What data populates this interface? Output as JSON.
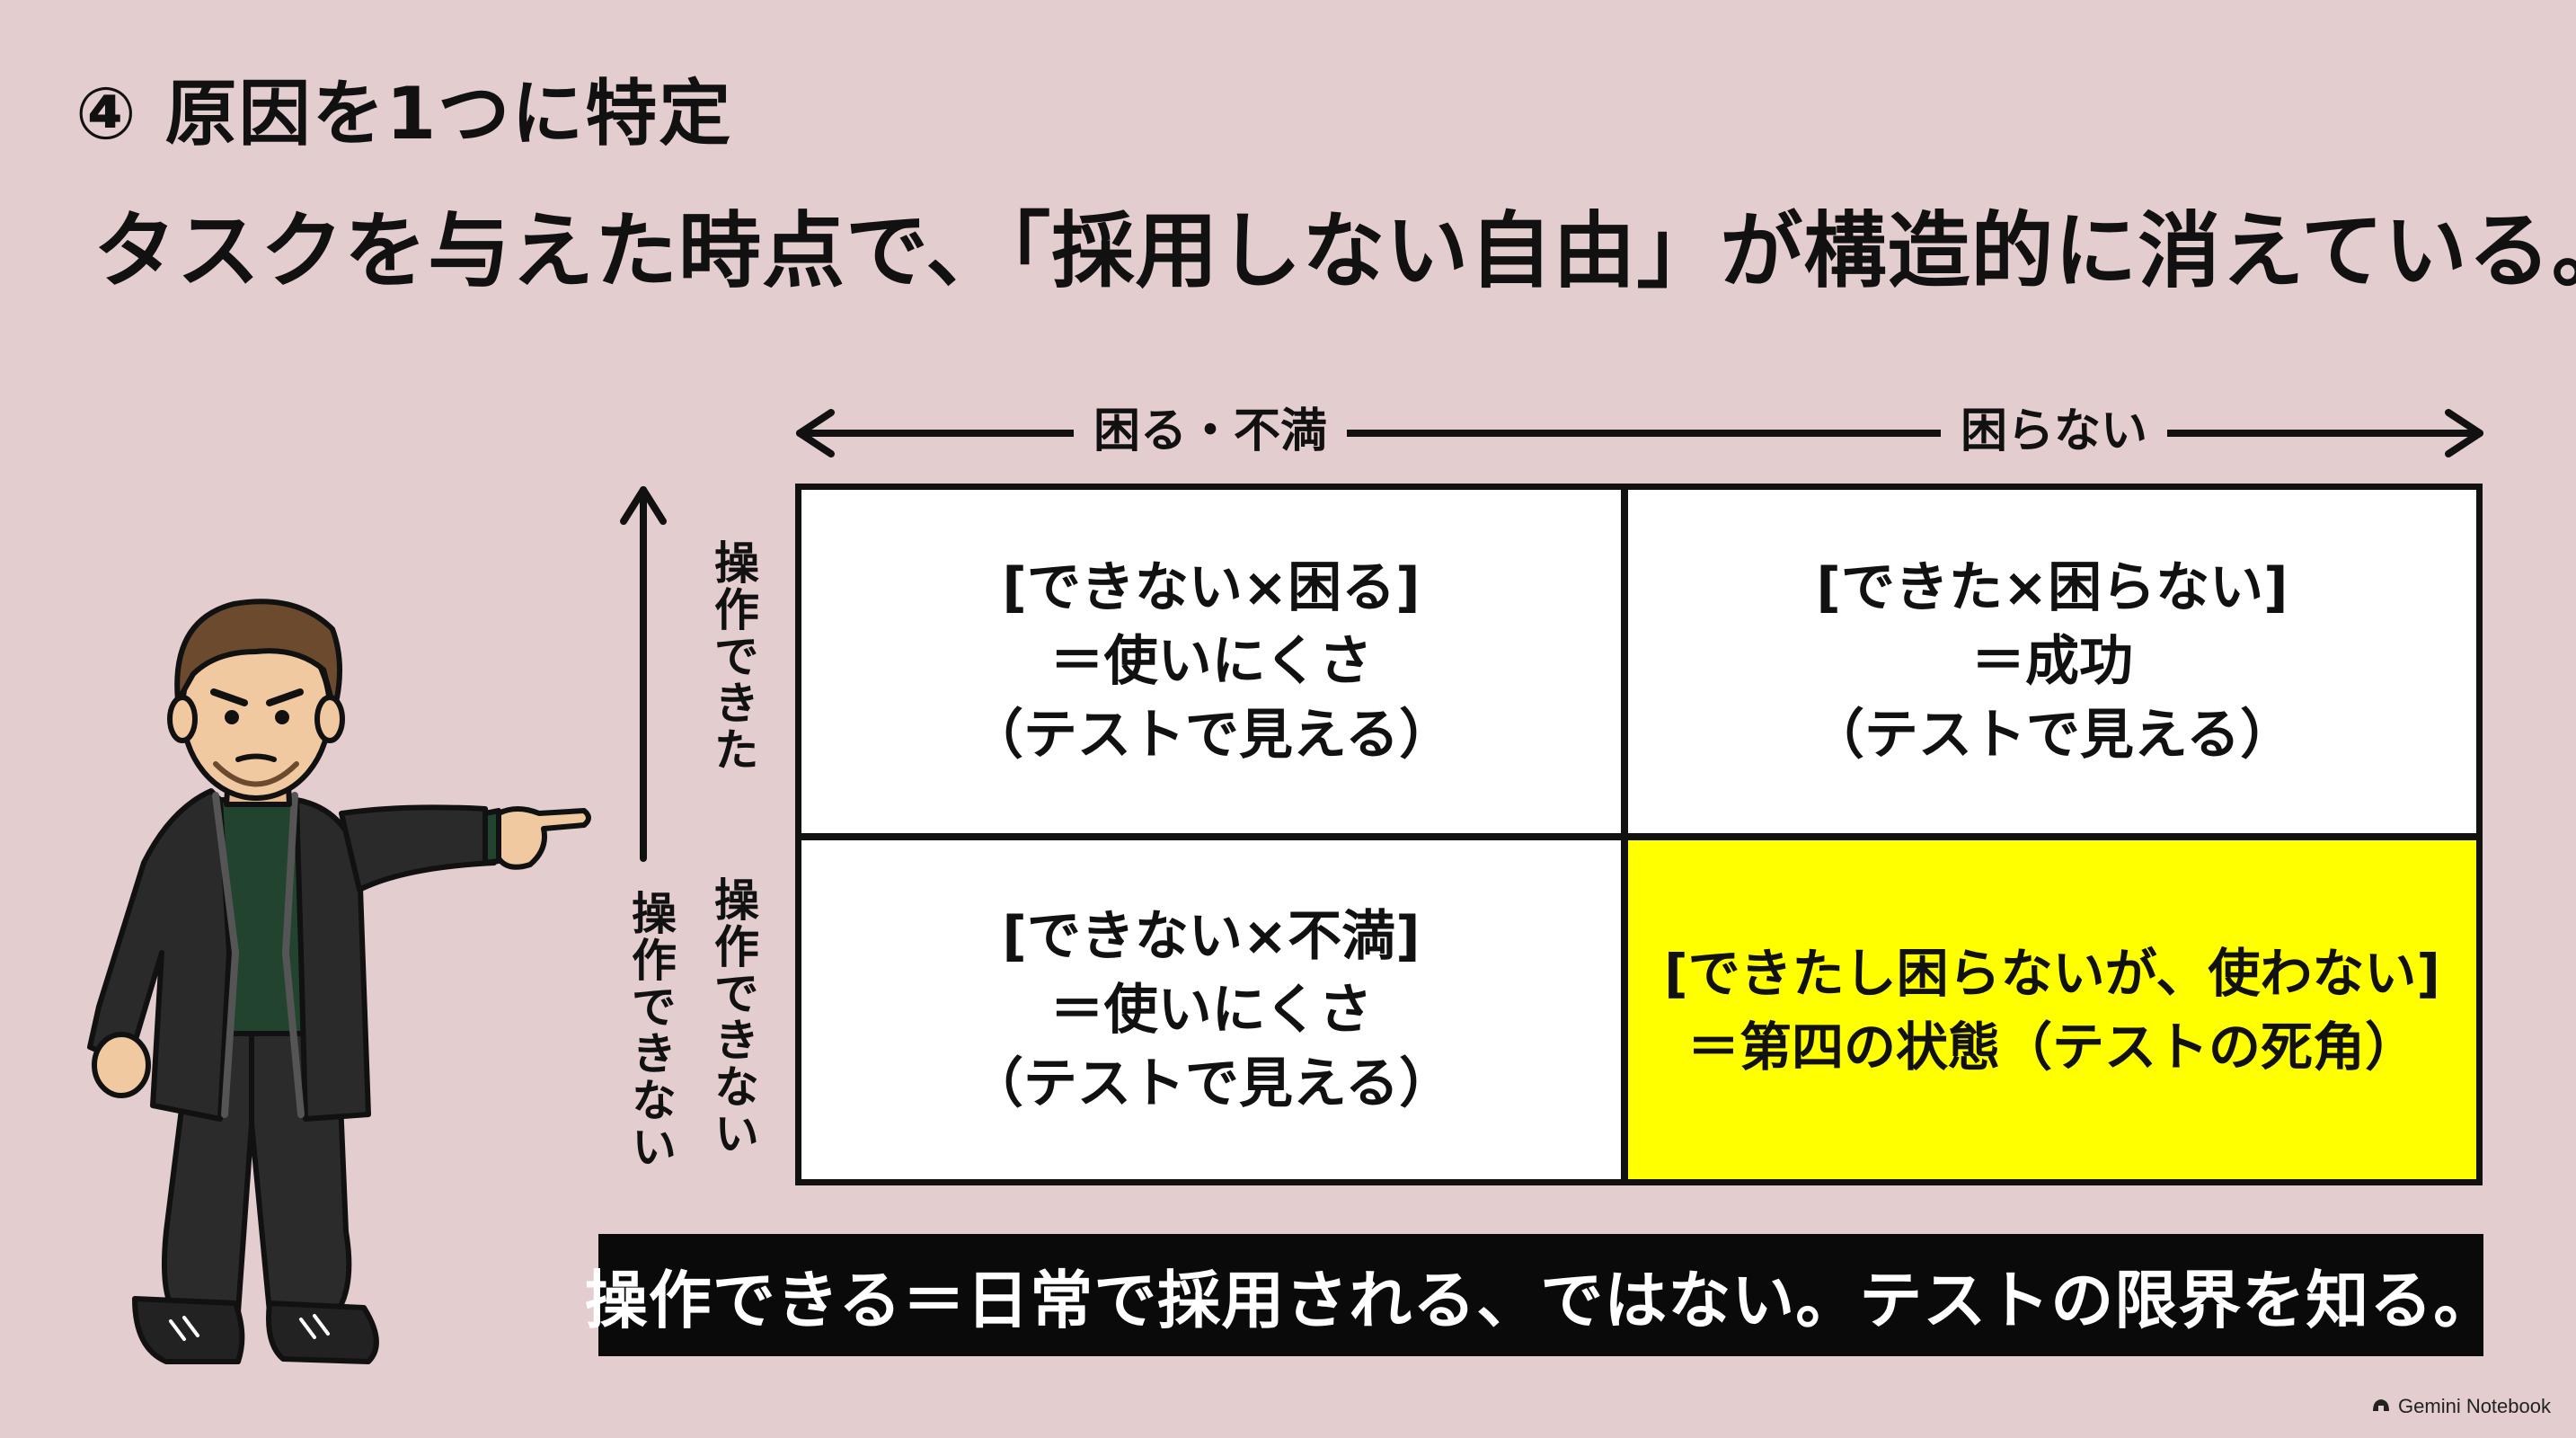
{
  "section_title": "④ 原因を1つに特定",
  "headline": "タスクを与えた時点で、「採用しない自由」が構造的に消えている。",
  "matrix": {
    "x_axis": {
      "left_label": "困る・不満",
      "right_label": "困らない"
    },
    "y_axis": {
      "top_label": "操作できた",
      "bottom_label": "操作できない",
      "outer_label": "操作できない"
    },
    "quadrants": {
      "top_left": "[できない×困る]\n＝使いにくさ\n（テストで見える）",
      "top_right": "[できた×困らない]\n＝成功\n（テストで見える）",
      "bottom_left": "[できない×不満]\n＝使いにくさ\n（テストで見える）",
      "bottom_right": "[できたし困らないが、使わない]\n＝第四の状態（テストの死角）"
    },
    "highlight_color": "#ffff00"
  },
  "banner": "操作できる＝日常で採用される、ではない。テストの限界を知る。",
  "watermark": "Gemini Notebook",
  "icons": [
    "pointing-person-illustration",
    "notebook-logo-icon"
  ]
}
